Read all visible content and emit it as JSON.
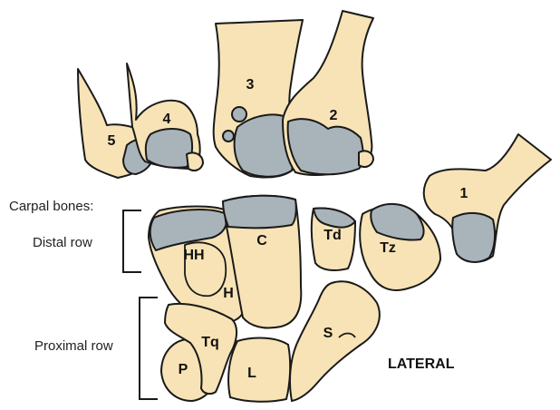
{
  "metacarpals": [
    "1",
    "2",
    "3",
    "4",
    "5"
  ],
  "carpal_header": "Carpal bones:",
  "rows": {
    "distal": "Distal row",
    "proximal": "Proximal row"
  },
  "distal_bones": [
    "HH",
    "H",
    "C",
    "Td",
    "Tz"
  ],
  "proximal_bones": [
    "P",
    "Tq",
    "L",
    "S"
  ],
  "side_label": "LATERAL",
  "colors": {
    "bone": "#f7e3b5",
    "cartilage": "#a9b3ba",
    "outline": "#1a1a1a"
  }
}
